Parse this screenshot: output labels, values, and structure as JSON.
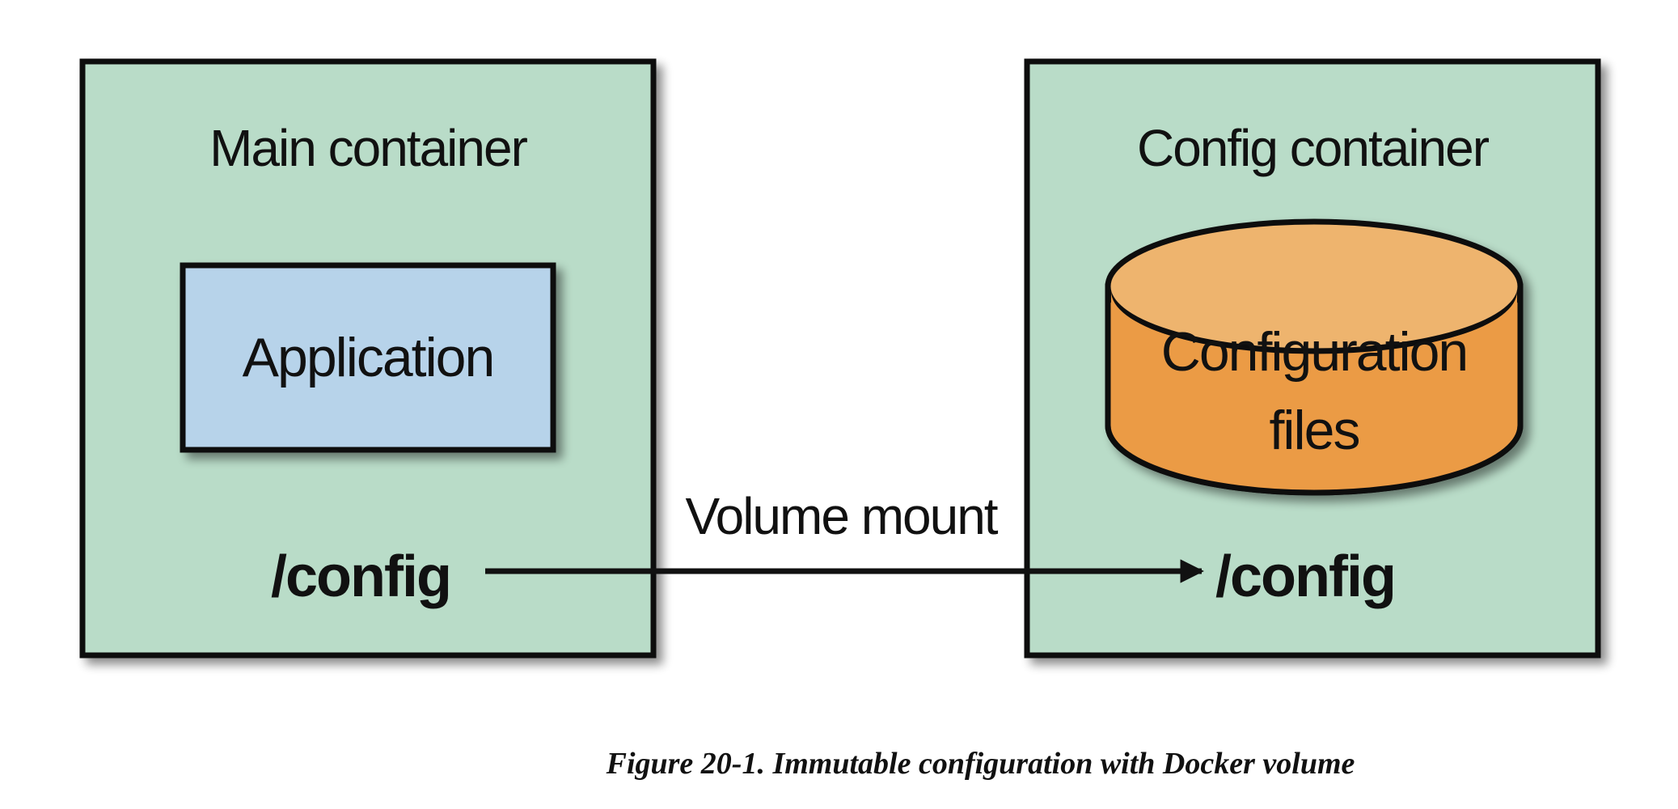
{
  "main_container": {
    "title": "Main container",
    "application_label": "Application",
    "path_label": "/config"
  },
  "config_container": {
    "title": "Config container",
    "files_label_line1": "Configuration",
    "files_label_line2": "files",
    "path_label": "/config"
  },
  "connector": {
    "label": "Volume mount"
  },
  "caption": "Figure 20-1. Immutable configuration with Docker volume",
  "colors": {
    "container_fill": "#b9dcc8",
    "application_fill": "#b7d3ea",
    "cylinder_body": "#eb9b45",
    "cylinder_top": "#eeb46e",
    "stroke": "#111111"
  }
}
